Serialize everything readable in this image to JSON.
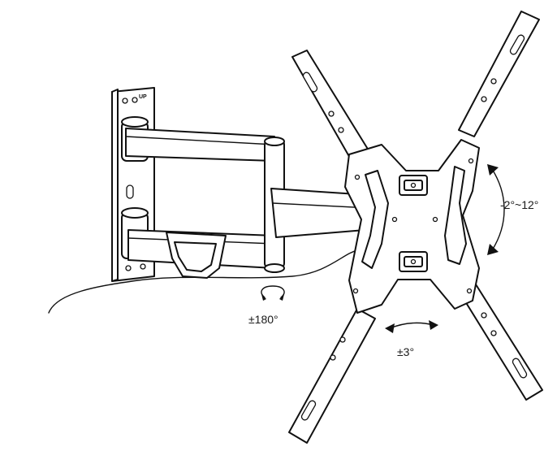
{
  "labels": {
    "tilt": "-2°~12°",
    "swivel": "±180°",
    "level": "±3°",
    "wall_plate_mark": "UP"
  }
}
